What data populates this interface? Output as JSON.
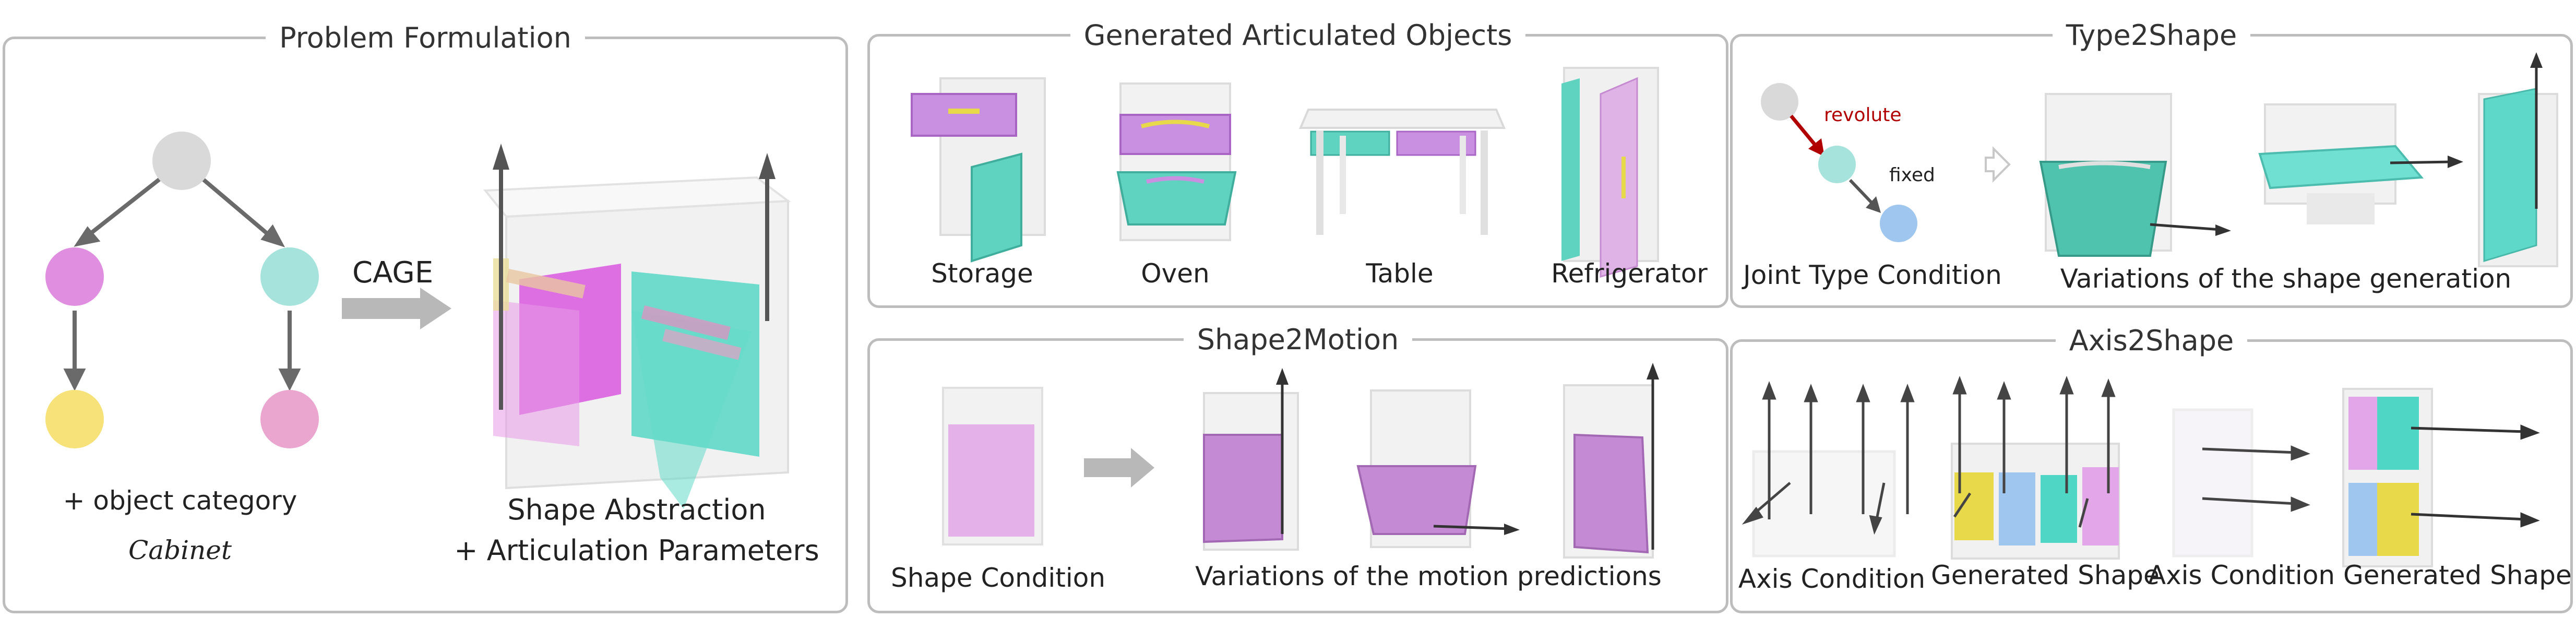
{
  "problem": {
    "title": "Problem Formulation",
    "arrow_label": "CAGE",
    "left_caption": "+ object category",
    "category": "Cabinet",
    "right_caption_1": "Shape Abstraction",
    "right_caption_2": "+ Articulation Parameters"
  },
  "generated": {
    "title": "Generated Articulated Objects",
    "items": [
      "Storage",
      "Oven",
      "Table",
      "Refrigerator"
    ]
  },
  "type2shape": {
    "title": "Type2Shape",
    "edge_revolute": "revolute",
    "edge_fixed": "fixed",
    "left_caption": "Joint Type Condition",
    "right_caption": "Variations of the shape generation"
  },
  "shape2motion": {
    "title": "Shape2Motion",
    "left_caption": "Shape Condition",
    "right_caption": "Variations of the motion predictions"
  },
  "axis2shape": {
    "title": "Axis2Shape",
    "captions": [
      "Axis Condition",
      "Generated Shape",
      "Axis Condition",
      "Generated Shape"
    ]
  },
  "colors": {
    "border": "#bdbdbd",
    "node_gray": "#d9d9d9",
    "node_purple": "#e08fe0",
    "node_teal": "#a6e3dc",
    "node_yellow": "#f7e27a",
    "node_pink": "#eaa6cf",
    "part_purple": "#cf7ee6",
    "part_teal": "#4fd6c4",
    "part_yellow": "#e8d94a",
    "part_blue": "#9fc6ee",
    "revolute_red": "#b00000",
    "axis_dark": "#333333"
  }
}
